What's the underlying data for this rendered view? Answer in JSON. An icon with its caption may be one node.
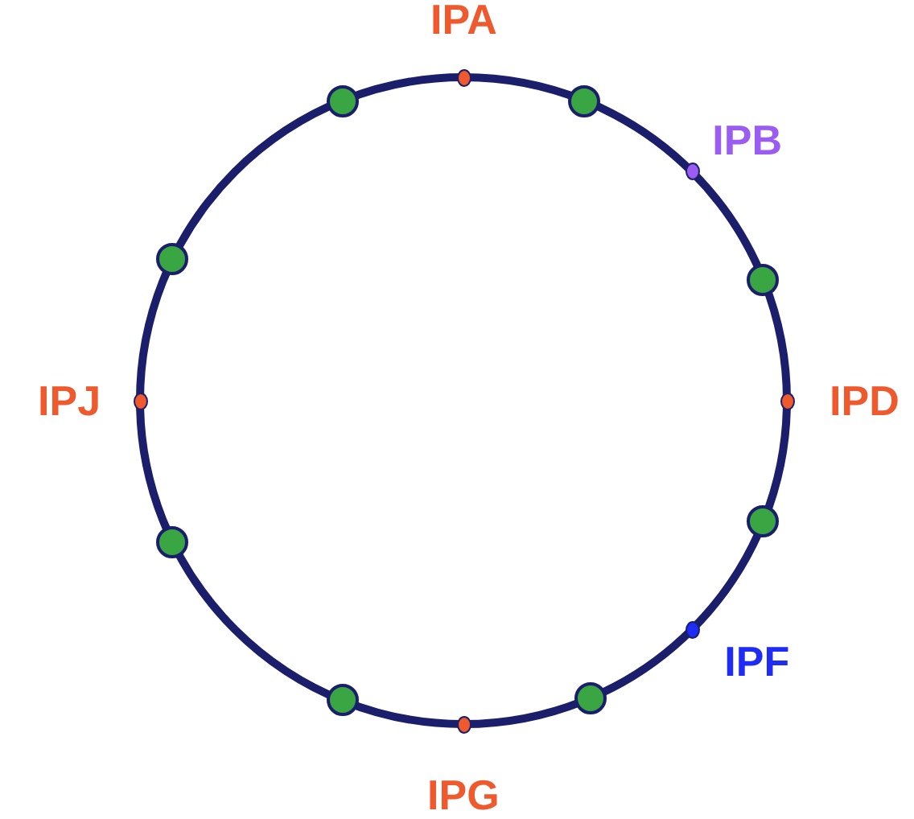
{
  "diagram": {
    "nodes": [
      {
        "text": [],
        "shape": "circle",
        "beside": [
          "IPA"
        ]
      },
      {
        "text": [],
        "shape": "circle"
      },
      {
        "text": [],
        "shape": "circle",
        "beside": [
          "IPB"
        ]
      },
      {
        "text": [],
        "shape": "circle"
      },
      {
        "text": [],
        "shape": "circle",
        "beside": [
          "IPD"
        ]
      },
      {
        "text": [],
        "shape": "circle"
      },
      {
        "text": [],
        "shape": "circle",
        "beside": [
          "IPF"
        ]
      },
      {
        "text": [],
        "shape": "circle"
      },
      {
        "text": [],
        "shape": "circle",
        "beside": [
          "IPG"
        ]
      },
      {
        "text": [],
        "shape": "circle"
      },
      {
        "text": [],
        "shape": "circle"
      },
      {
        "text": [],
        "shape": "circle",
        "beside": [
          "IPJ"
        ]
      },
      {
        "text": [],
        "shape": "circle"
      },
      {
        "text": [],
        "shape": "circle"
      }
    ]
  }
}
